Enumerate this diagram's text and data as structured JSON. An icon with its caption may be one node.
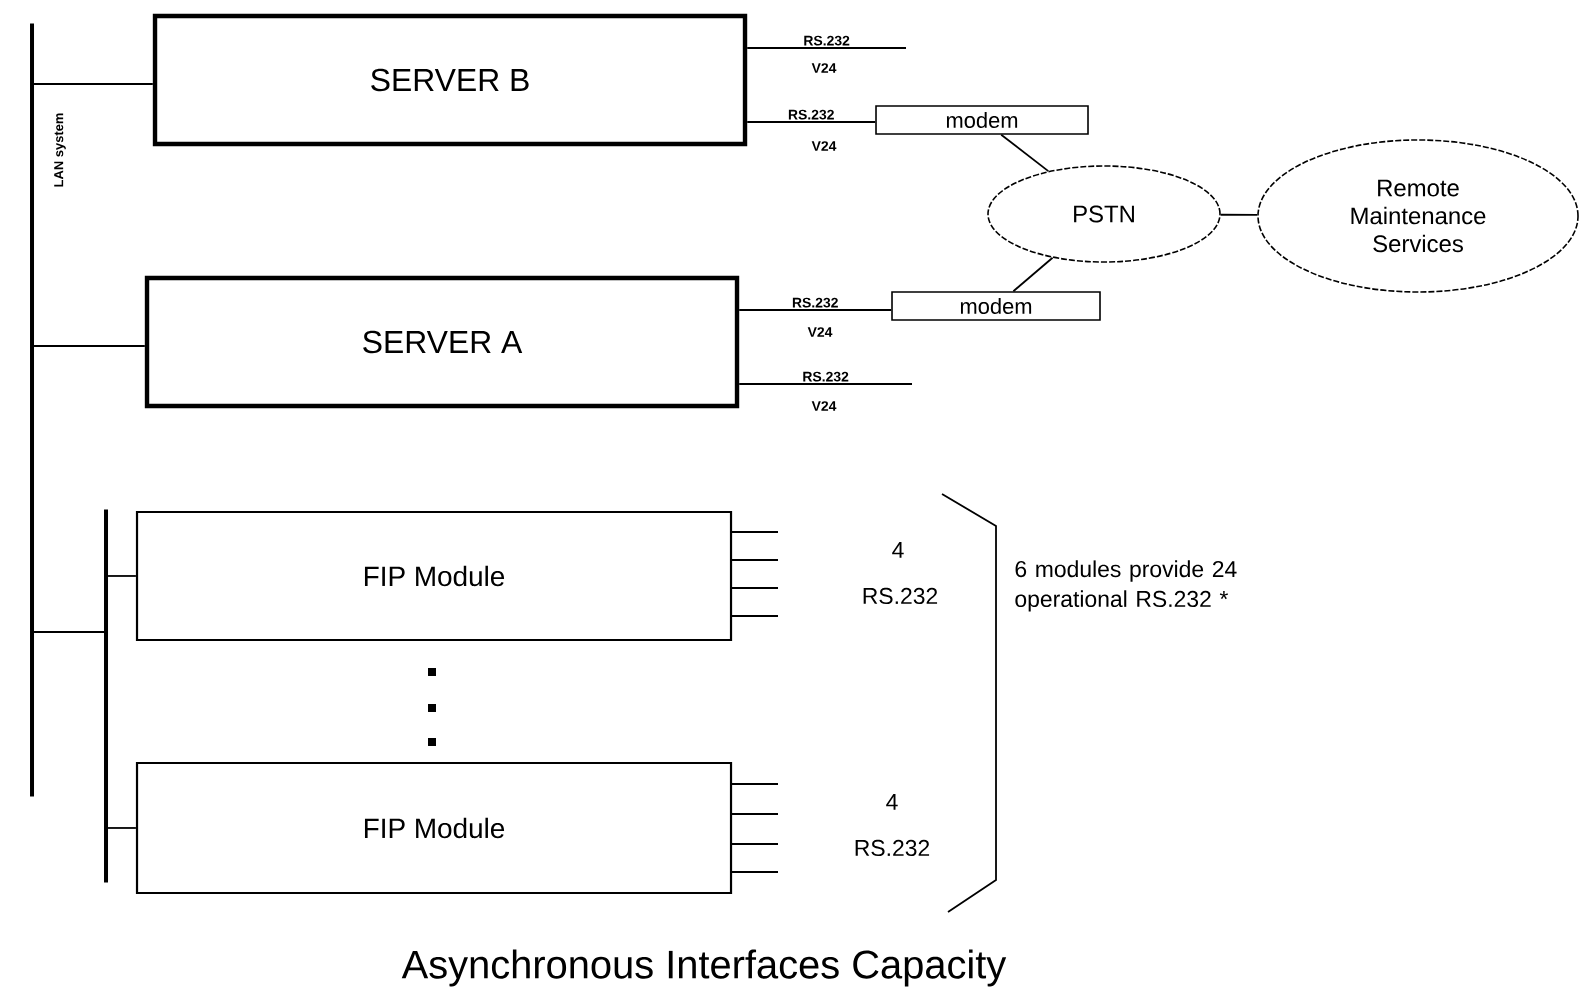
{
  "diagram": {
    "caption": "Asynchronous Interfaces Capacity",
    "nodes": [
      {
        "text": [],
        "shape": "bar",
        "beside": [
          "LAN system"
        ]
      },
      {
        "text": [
          "SERVER B"
        ]
      },
      {
        "text": [
          "modem"
        ]
      },
      {
        "text": [
          "PSTN"
        ]
      },
      {
        "text": [
          "Remote Maintenance Services"
        ]
      },
      {
        "text": [
          "SERVER A"
        ]
      },
      {
        "text": [
          "modem"
        ]
      },
      {
        "text": [],
        "shape": "bar"
      },
      {
        "text": [
          "FIP Module"
        ]
      },
      {
        "text": [
          "FIP Module"
        ]
      }
    ],
    "edges": [
      {
        "from": 0,
        "to": 1,
        "arrow": "none"
      },
      {
        "from": 0,
        "to": 5,
        "arrow": "none"
      },
      {
        "from": 0,
        "to": 7,
        "arrow": "none"
      },
      {
        "from": 7,
        "to": 8,
        "arrow": "none"
      },
      {
        "from": 7,
        "to": 9,
        "arrow": "none"
      },
      {
        "from": 1,
        "to": null,
        "arrow": "none",
        "label": "RS.232"
      },
      {
        "from": 1,
        "to": 2,
        "arrow": "none",
        "label": "RS.232"
      },
      {
        "from": 2,
        "to": 3,
        "arrow": "none"
      },
      {
        "from": 6,
        "to": 3,
        "arrow": "none"
      },
      {
        "from": 3,
        "to": 4,
        "arrow": "none"
      },
      {
        "from": 5,
        "to": 6,
        "arrow": "none",
        "label": "RS.232"
      },
      {
        "from": 5,
        "to": null,
        "arrow": "none",
        "label": "RS.232"
      }
    ],
    "labels": [
      "V24",
      "V24",
      "V24",
      "V24",
      "4",
      "RS.232",
      "6 modules provide 24 operational RS.232 *",
      "4",
      "RS.232"
    ]
  }
}
